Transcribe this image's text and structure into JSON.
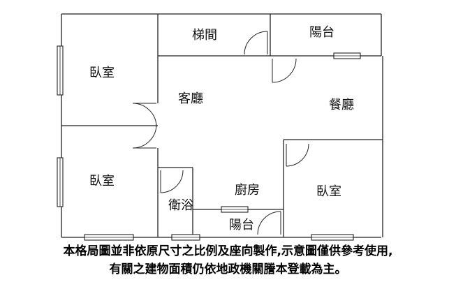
{
  "rooms": {
    "bedroom_top_left": "臥室",
    "stairwell": "梯間",
    "balcony_top": "陽台",
    "living_room": "客廳",
    "dining_room": "餐廳",
    "bedroom_bottom_left": "臥室",
    "bathroom": "衛浴",
    "kitchen": "廚房",
    "balcony_bottom": "陽台",
    "bedroom_right": "臥室"
  },
  "disclaimer": {
    "line1": "本格局圖並非依原尺寸之比例及座向製作,示意圖僅供參考使用,",
    "line2": "有關之建物面積仍依地政機關謄本登載為主。"
  },
  "colors": {
    "wall": "#222222",
    "window": "#222222",
    "background": "#ffffff",
    "text": "#111111"
  }
}
